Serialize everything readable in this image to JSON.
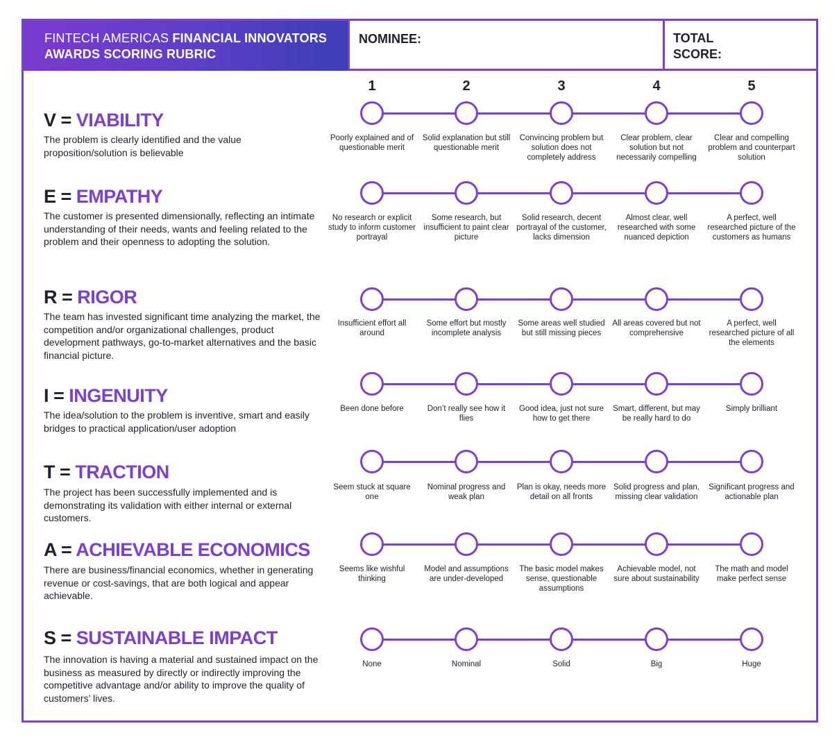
{
  "header": {
    "title_thin": "FINTECH AMERICAS",
    "title_bold_1": "FINANCIAL INNOVATORS",
    "title_bold_2": "AWARDS SCORING RUBRIC",
    "nominee_label": "NOMINEE:",
    "total_label_1": "TOTAL",
    "total_label_2": "SCORE:"
  },
  "scale": [
    "1",
    "2",
    "3",
    "4",
    "5"
  ],
  "colors": {
    "accent": "#7b3fd1",
    "header_gradient_start": "#7a3ad0",
    "header_gradient_end": "#3c3fb6",
    "text": "#1f1f2e"
  },
  "criteria": [
    {
      "letter": "V =",
      "name": "VIABILITY",
      "description": "The problem is clearly identified and the value proposition/solution is believable",
      "levels": [
        "Poorly explained and of questionable merit",
        "Solid explanation but still questionable merit",
        "Convincing problem but solution does not completely address",
        "Clear problem, clear solution but not necessarily compelling",
        "Clear and compelling problem and counterpart solution"
      ]
    },
    {
      "letter": "E =",
      "name": "EMPATHY",
      "description": "The customer is presented dimensionally, reflecting an intimate understanding of their needs, wants and feeling related to the problem and their openness to adopting the solution.",
      "levels": [
        "No research or explicit study to inform customer portrayal",
        "Some research, but insufficient to paint clear picture",
        "Solid research, decent portrayal of the customer, lacks dimension",
        "Almost clear, well researched with some nuanced depiction",
        "A perfect, well researched picture of the customers as humans"
      ]
    },
    {
      "letter": "R =",
      "name": "RIGOR",
      "description": "The team has invested significant time analyzing the market, the competition and/or organizational challenges, product development pathways, go-to-market alternatives and the basic financial picture.",
      "levels": [
        "Insufficient effort all around",
        "Some effort but mostly incomplete analysis",
        "Some areas well studied but still missing pieces",
        "All areas covered but not comprehensive",
        "A perfect, well researched picture of all the elements"
      ]
    },
    {
      "letter": "I =",
      "name": "INGENUITY",
      "description": "The idea/solution to the problem is inventive, smart and easily bridges to practical application/user adoption",
      "levels": [
        "Been done before",
        "Don’t really see how it flies",
        "Good idea, just not sure how to get there",
        "Smart, different, but may be really hard to do",
        "Simply brilliant"
      ]
    },
    {
      "letter": "T =",
      "name": "TRACTION",
      "description": "The project has been successfully implemented and is demonstrating its validation with either internal or external customers.",
      "levels": [
        "Seem stuck at square one",
        "Nominal progress and weak plan",
        "Plan is okay, needs more detail on all fronts",
        "Solid progress and plan, missing clear validation",
        "Significant progress and actionable plan"
      ]
    },
    {
      "letter": "A =",
      "name": "ACHIEVABLE ECONOMICS",
      "description": "There are business/financial economics, whether in generating revenue or cost-savings, that are both logical and appear achievable.",
      "levels": [
        "Seems like wishful thinking",
        "Model and assumptions are under-developed",
        "The basic model makes sense, questionable assumptions",
        "Achievable model, not sure about sustainability",
        "The math and model make perfect sense"
      ]
    },
    {
      "letter": "S =",
      "name": "SUSTAINABLE IMPACT",
      "description": "The innovation is having a material and sustained impact on the business as measured by directly or indirectly improving the competitive advantage and/or ability to improve the quality of customers’ lives.",
      "levels": [
        "None",
        "Nominal",
        "Solid",
        "Big",
        "Huge"
      ]
    }
  ]
}
